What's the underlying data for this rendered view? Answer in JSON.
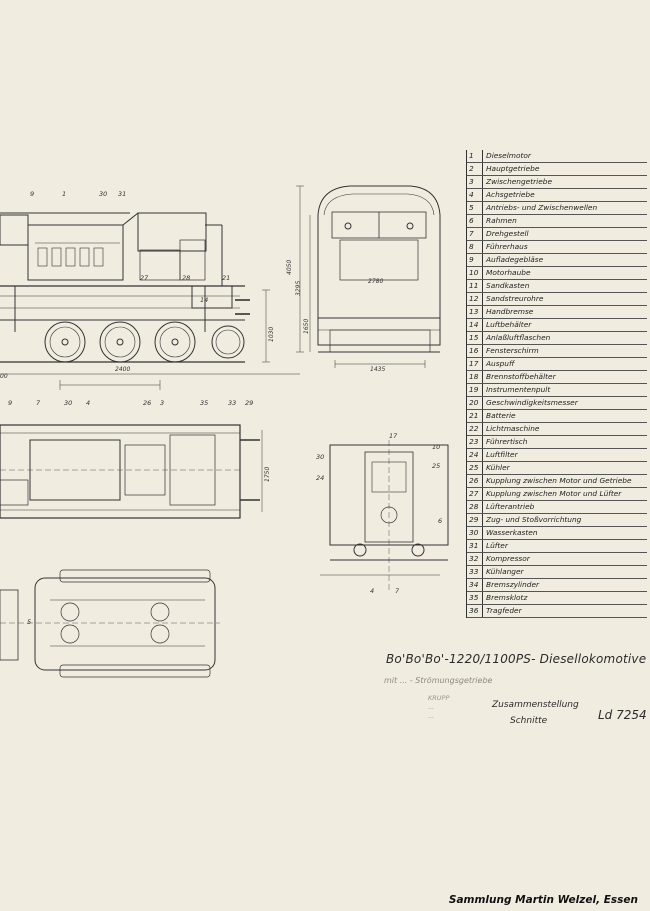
{
  "legend": [
    {
      "num": "1",
      "text": "Dieselmotor"
    },
    {
      "num": "2",
      "text": "Hauptgetriebe"
    },
    {
      "num": "3",
      "text": "Zwischengetriebe"
    },
    {
      "num": "4",
      "text": "Achsgetriebe"
    },
    {
      "num": "5",
      "text": "Antriebs- und Zwischenwellen"
    },
    {
      "num": "6",
      "text": "Rahmen"
    },
    {
      "num": "7",
      "text": "Drehgestell"
    },
    {
      "num": "8",
      "text": "Führerhaus"
    },
    {
      "num": "9",
      "text": "Aufladegebläse"
    },
    {
      "num": "10",
      "text": "Motorhaube"
    },
    {
      "num": "11",
      "text": "Sandkasten"
    },
    {
      "num": "12",
      "text": "Sandstreurohre"
    },
    {
      "num": "13",
      "text": "Handbremse"
    },
    {
      "num": "14",
      "text": "Luftbehälter"
    },
    {
      "num": "15",
      "text": "Anlaßluftflaschen"
    },
    {
      "num": "16",
      "text": "Fensterschirm"
    },
    {
      "num": "17",
      "text": "Auspuff"
    },
    {
      "num": "18",
      "text": "Brennstoffbehälter"
    },
    {
      "num": "19",
      "text": "Instrumentenpult"
    },
    {
      "num": "20",
      "text": "Geschwindigkeitsmesser"
    },
    {
      "num": "21",
      "text": "Batterie"
    },
    {
      "num": "22",
      "text": "Lichtmaschine"
    },
    {
      "num": "23",
      "text": "Führertisch"
    },
    {
      "num": "24",
      "text": "Luftfilter"
    },
    {
      "num": "25",
      "text": "Kühler"
    },
    {
      "num": "26",
      "text": "Kupplung zwischen Motor und Getriebe"
    },
    {
      "num": "27",
      "text": "Kupplung zwischen Motor und Lüfter"
    },
    {
      "num": "28",
      "text": "Lüfterantrieb"
    },
    {
      "num": "29",
      "text": "Zug- und Stoßvorrichtung"
    },
    {
      "num": "30",
      "text": "Wasserkasten"
    },
    {
      "num": "31",
      "text": "Lüfter"
    },
    {
      "num": "32",
      "text": "Kompressor"
    },
    {
      "num": "33",
      "text": "Kühlanger"
    },
    {
      "num": "34",
      "text": "Bremszylinder"
    },
    {
      "num": "35",
      "text": "Bremsklotz"
    },
    {
      "num": "36",
      "text": "Tragfeder"
    }
  ],
  "dimensions": {
    "height_total": "4050",
    "height_body": "3295",
    "height_buffer": "1650",
    "width_roof": "2780",
    "gauge": "1435",
    "height_axle": "1030",
    "wheelbase": "2400",
    "width_frame": "1750",
    "left_cut": "00"
  },
  "callouts": {
    "side_top": [
      "9",
      "1",
      "30",
      "31"
    ],
    "side_mid": [
      "27",
      "28",
      "21",
      "14"
    ],
    "side_bottom": [
      "26",
      "3",
      "35",
      "33",
      "29"
    ],
    "plan_top": [
      "9",
      "7",
      "30",
      "4"
    ],
    "section": [
      "17",
      "10",
      "30",
      "24",
      "25",
      "6",
      "4",
      "7"
    ],
    "bogie": [
      "5"
    ]
  },
  "title_block": {
    "title": "Bo'Bo'Bo'-1220/1100PS- Diesellokomotive",
    "subtitle": "mit ... - Strömungsgetriebe",
    "stamp_lines": [
      "KRUPP",
      "...",
      "..."
    ],
    "assembly_label": "Zusammenstellung",
    "sections_label": "Schnitte",
    "drawing_number": "Ld 7254"
  },
  "footer": "Sammlung Martin Welzel, Essen"
}
